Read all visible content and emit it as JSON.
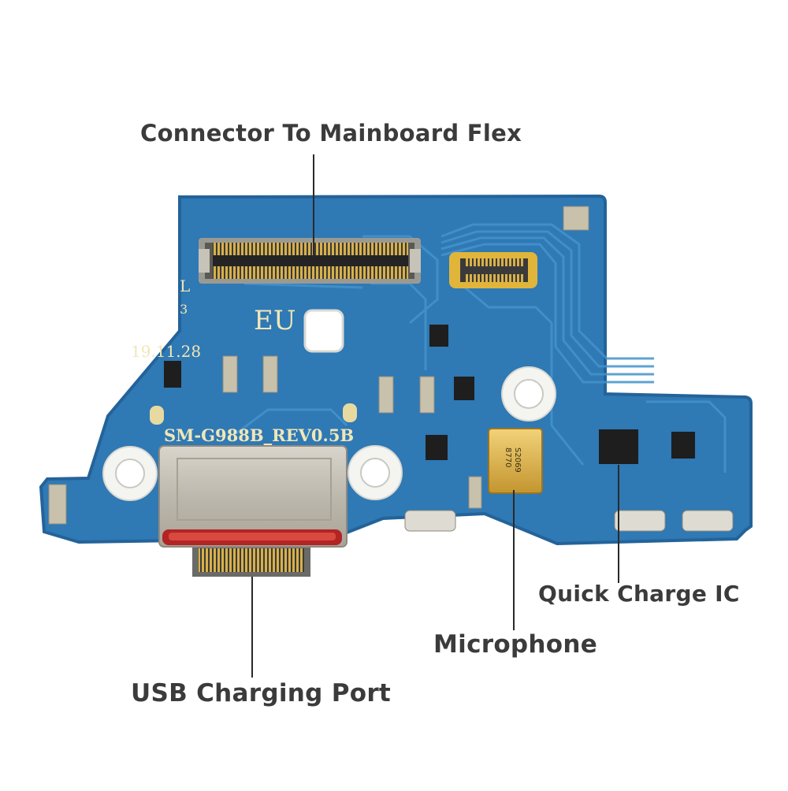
{
  "labels": {
    "connector": "Connector To Mainboard Flex",
    "quick_charge": "Quick Charge IC",
    "microphone": "Microphone",
    "usb_port": "USB Charging Port"
  },
  "board": {
    "silkscreen_date": "19.11.28",
    "silkscreen_model": "SM-G988B_REV0.5B",
    "silkscreen_region": "EU",
    "silkscreen_l": "L",
    "silkscreen_3": "3",
    "mic_marking_line1": "S2069",
    "mic_marking_line2": "8770"
  },
  "colors": {
    "pcb": "#2f79b4",
    "pcb_edge": "#24639a",
    "trace": "#3f8dc6",
    "silk": "#f1e6b8",
    "gold": "#d8b04a",
    "metal": "#c9c5bb",
    "label": "#3b3b3b"
  }
}
